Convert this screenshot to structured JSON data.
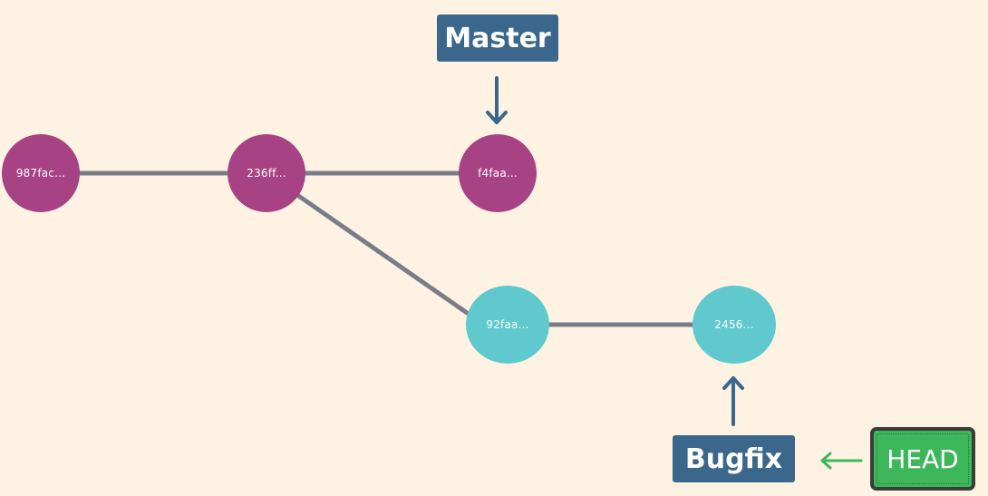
{
  "diagram": {
    "title": "Git branch diagram",
    "commits": [
      {
        "id": "c1",
        "label": "987fac...",
        "branch": "master"
      },
      {
        "id": "c2",
        "label": "236ff...",
        "branch": "master"
      },
      {
        "id": "c3",
        "label": "f4faa...",
        "branch": "master"
      },
      {
        "id": "c4",
        "label": "92faa...",
        "branch": "bugfix"
      },
      {
        "id": "c5",
        "label": "2456...",
        "branch": "bugfix"
      }
    ],
    "edges": [
      {
        "from": "c1",
        "to": "c2"
      },
      {
        "from": "c2",
        "to": "c3"
      },
      {
        "from": "c2",
        "to": "c4"
      },
      {
        "from": "c4",
        "to": "c5"
      }
    ],
    "branches": {
      "master": {
        "label": "Master",
        "points_to": "c3"
      },
      "bugfix": {
        "label": "Bugfix",
        "points_to": "c5"
      }
    },
    "head": {
      "label": "HEAD",
      "points_to": "bugfix"
    },
    "colors": {
      "background": "#fef3e2",
      "master_commit": "#a74285",
      "bugfix_commit": "#5fc9cd",
      "edge": "#7a7d88",
      "branch_label": "#3b678c",
      "head_label": "#3cb85a",
      "head_arrow": "#3cb85a",
      "branch_arrow": "#3b678c"
    }
  }
}
